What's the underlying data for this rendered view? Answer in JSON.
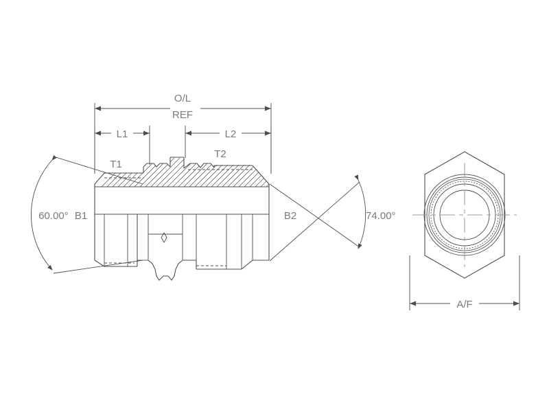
{
  "drawing": {
    "title": "hydraulic-adapter-fitting-technical-drawing",
    "line_color": "#4d4d4d",
    "text_color": "#7a7a7a",
    "background": "#ffffff",
    "centerline_color": "#9a9a9a"
  },
  "dimensions": {
    "overall": {
      "label_line1": "O/L",
      "label_line2": "REF"
    },
    "l1": {
      "label": "L1"
    },
    "l2": {
      "label": "L2"
    },
    "af": {
      "label": "A/F"
    }
  },
  "callouts": {
    "thread1": "T1",
    "thread2": "T2",
    "bore1": "B1",
    "bore2": "B2"
  },
  "angles": {
    "left": "60.00°",
    "right": "74.00°"
  },
  "views": {
    "section_view": "section-view",
    "end_view": "hex-end-view"
  }
}
